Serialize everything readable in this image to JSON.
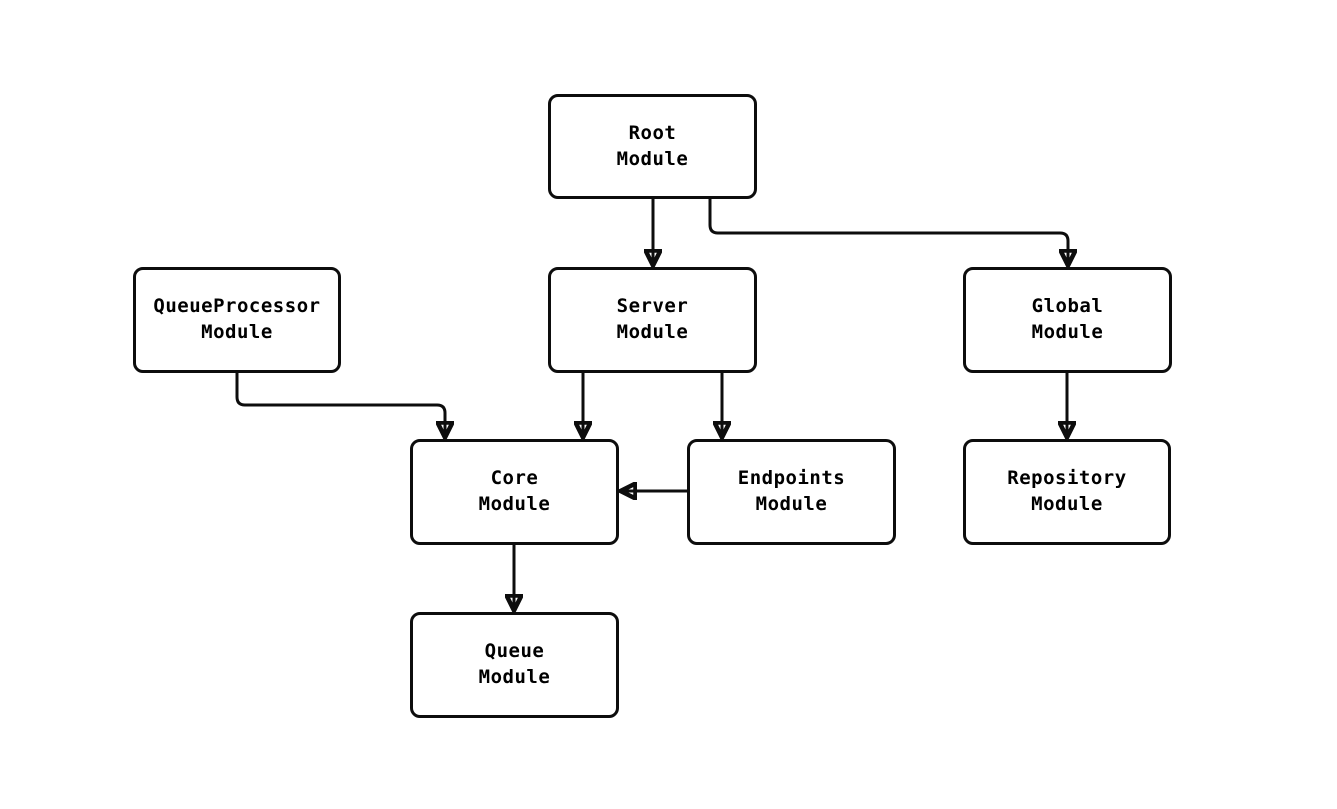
{
  "diagram": {
    "type": "flowchart",
    "direction": "top-down",
    "background_color": "#ffffff",
    "node_fill_color": "#ffffff",
    "stroke_color": "#0d0d0d",
    "text_color": "#000000",
    "nodes": [
      {
        "id": "root",
        "label": "Root\nModule"
      },
      {
        "id": "queueprocessor",
        "label": "QueueProcessor\nModule"
      },
      {
        "id": "server",
        "label": "Server\nModule"
      },
      {
        "id": "global",
        "label": "Global\nModule"
      },
      {
        "id": "core",
        "label": "Core\nModule"
      },
      {
        "id": "endpoints",
        "label": "Endpoints\nModule"
      },
      {
        "id": "repository",
        "label": "Repository\nModule"
      },
      {
        "id": "queue",
        "label": "Queue\nModule"
      }
    ],
    "edges": [
      {
        "from": "root",
        "to": "server"
      },
      {
        "from": "root",
        "to": "global"
      },
      {
        "from": "queueprocessor",
        "to": "core"
      },
      {
        "from": "server",
        "to": "core"
      },
      {
        "from": "server",
        "to": "endpoints"
      },
      {
        "from": "endpoints",
        "to": "core"
      },
      {
        "from": "global",
        "to": "repository"
      },
      {
        "from": "core",
        "to": "queue"
      }
    ]
  }
}
